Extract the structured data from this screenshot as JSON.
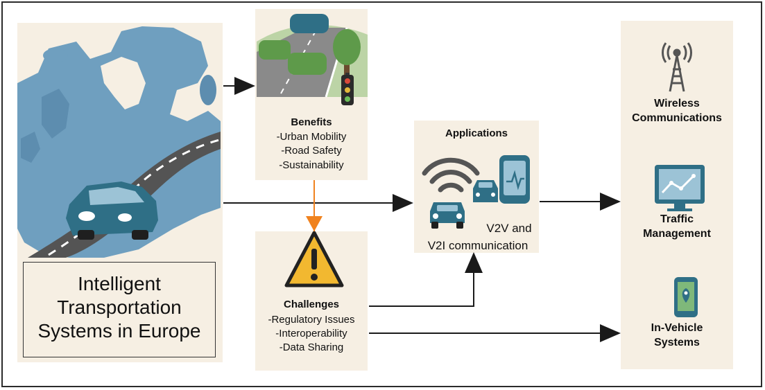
{
  "colors": {
    "panel": "#f6efe3",
    "map_blue": "#6f9fbf",
    "teal": "#2f6f86",
    "road": "#545454",
    "warning": "#f2b830",
    "orange_arrow": "#f0821e",
    "green_car": "#5e9a4a",
    "arrow": "#1a1a1a"
  },
  "main_box": {
    "line1": "Intelligent",
    "line2": "Transportation",
    "line3": "Systems in Europe"
  },
  "benefits": {
    "title": "Benefits",
    "items": [
      "-Urban Mobility",
      "-Road Safety",
      "-Sustainability"
    ]
  },
  "challenges": {
    "title": "Challenges",
    "items": [
      "-Regulatory Issues",
      "-Interoperability",
      "-Data Sharing"
    ]
  },
  "applications": {
    "title": "Applications",
    "caption_line1": "V2V and",
    "caption_line2": "V2I communication"
  },
  "outputs": {
    "wireless": {
      "line1": "Wireless",
      "line2": "Communications",
      "icon": "radio-tower-icon"
    },
    "traffic": {
      "line1": "Traffic",
      "line2": "Management",
      "icon": "monitor-chart-icon"
    },
    "invehicle": {
      "line1": "In-Vehicle",
      "line2": "Systems",
      "icon": "phone-location-icon"
    }
  }
}
